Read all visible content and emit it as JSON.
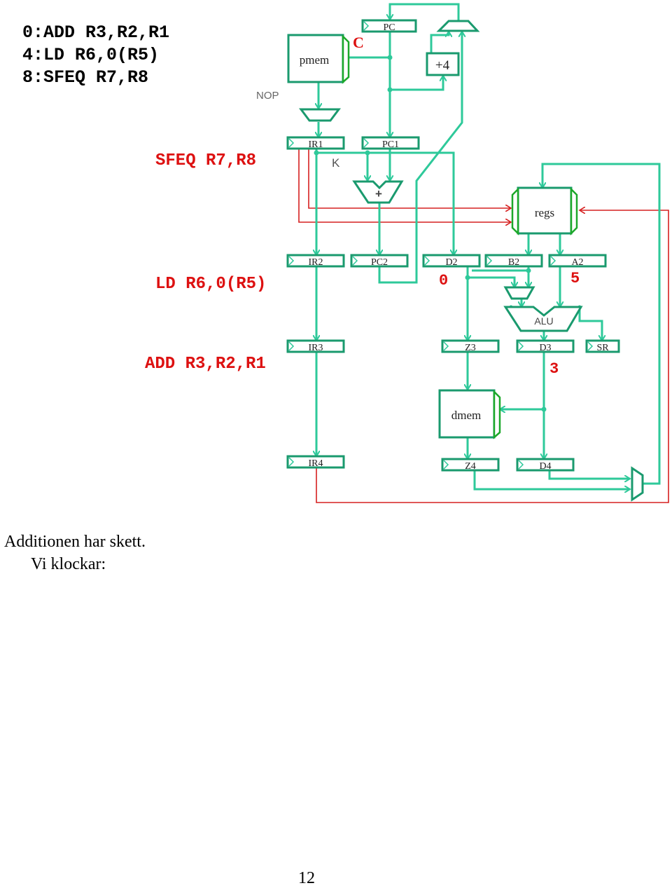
{
  "program": {
    "lines": [
      "0:ADD R3,R2,R1",
      "4:LD R6,0(R5)",
      "8:SFEQ R7,R8"
    ]
  },
  "stage_instructions": {
    "ir1": "SFEQ R7,R8",
    "ir2": "LD R6,0(R5)",
    "ir3": "ADD R3,R2,R1"
  },
  "labels": {
    "pmem": "pmem",
    "pc": "PC",
    "plus4": "+4",
    "c_mark": "C",
    "nop": "NOP",
    "ir1": "IR1",
    "pc1": "PC1",
    "k": "K",
    "plus": "+",
    "regs": "regs",
    "ir2": "IR2",
    "pc2": "PC2",
    "d2": "D2",
    "b2": "B2",
    "a2": "A2",
    "alu": "ALU",
    "ir3": "IR3",
    "z3": "Z3",
    "d3": "D3",
    "sr": "SR",
    "dmem": "dmem",
    "ir4": "IR4",
    "z4": "Z4",
    "d4": "D4"
  },
  "values": {
    "d2": "0",
    "a2": "5",
    "d3": "3"
  },
  "caption": {
    "line1": "Additionen har skett.",
    "line2": "Vi klockar:"
  },
  "page_number": "12",
  "colors": {
    "wire": "#2ec99a",
    "box_stroke": "#1a9a6e",
    "highlight": "#1ca82a",
    "control": "#d62020",
    "text_red": "#dd1111"
  }
}
